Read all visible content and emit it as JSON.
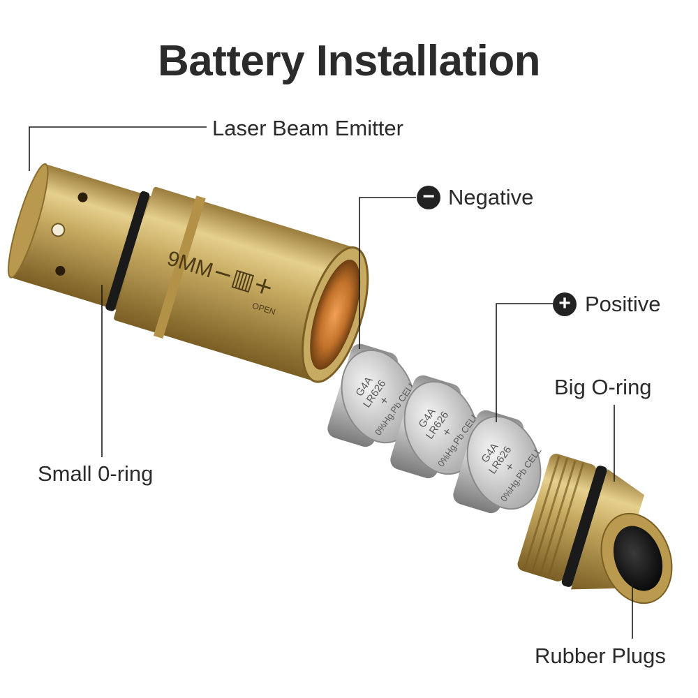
{
  "title": "Battery Installation",
  "labels": {
    "laser_beam_emitter": "Laser Beam Emitter",
    "negative": "Negative",
    "positive": "Positive",
    "big_o_ring": "Big O-ring",
    "small_o_ring": "Small 0-ring",
    "rubber_plugs": "Rubber Plugs"
  },
  "badges": {
    "negative_sign": "−",
    "positive_sign": "+"
  },
  "body_engraving": {
    "caliber": "9MM",
    "symbol": "−▥+",
    "open_text": "OPEN"
  },
  "battery_text": {
    "model": "G4A",
    "code": "LR626",
    "polarity": "+",
    "footer": "0%Hg.Pb CELL"
  },
  "colors": {
    "brass": "#c7ab62",
    "brass_dark": "#8a6d2c",
    "silver": "#c9c9c9",
    "oring": "#1a1a1a",
    "text": "#2a2a2a"
  }
}
